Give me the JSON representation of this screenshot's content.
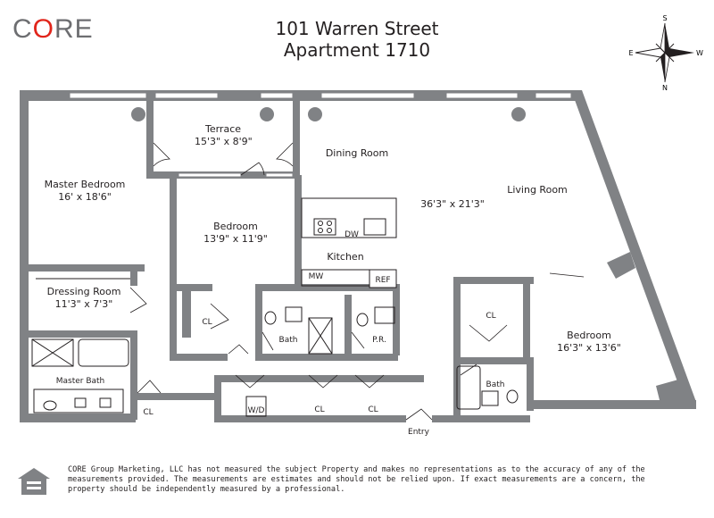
{
  "header": {
    "logo_prefix": "C",
    "logo_o": "O",
    "logo_suffix": "RE",
    "address_line1": "101 Warren Street",
    "address_line2": "Apartment 1710"
  },
  "compass": {
    "north": "N",
    "south": "S",
    "east": "E",
    "west": "W"
  },
  "rooms": {
    "terrace_name": "Terrace",
    "terrace_dims": "15'3\" x 8'9\"",
    "dining_name": "Dining Room",
    "living_name": "Living Room",
    "living_dims": "36'3\" x 21'3\"",
    "master_name": "Master Bedroom",
    "master_dims": "16' x 18'6\"",
    "bedroom2_name": "Bedroom",
    "bedroom2_dims": "13'9\" x 11'9\"",
    "kitchen_name": "Kitchen",
    "dressing_name": "Dressing Room",
    "dressing_dims": "11'3\" x 7'3\"",
    "bedroom3_name": "Bedroom",
    "bedroom3_dims": "16'3\" x 13'6\"",
    "master_bath": "Master Bath",
    "bath": "Bath",
    "bath2": "Bath",
    "powder": "P.R.",
    "entry": "Entry"
  },
  "fixtures": {
    "dw": "DW",
    "mw": "MW",
    "ref": "REF",
    "wd": "W/D",
    "cl": "CL"
  },
  "footer": {
    "disclaimer_line1": "CORE Group Marketing, LLC has not measured the subject Property and makes no representations as to the accuracy of any of the",
    "disclaimer_line2": "measurements provided. The measurements are estimates and should not be relied upon. If exact measurements are a concern, the",
    "disclaimer_line3": "property should be independently measured by a professional."
  },
  "colors": {
    "wall": "#808285",
    "accent": "#e1251b",
    "logo_gray": "#6d6e71"
  }
}
